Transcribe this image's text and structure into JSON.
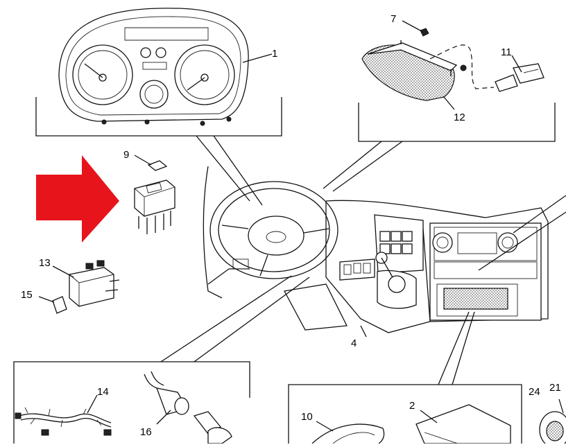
{
  "diagram": {
    "arrow_color": "#e8141c",
    "callouts": [
      "1",
      "2",
      "4",
      "7",
      "9",
      "10",
      "11",
      "12",
      "13",
      "14",
      "15",
      "16",
      "21",
      "24"
    ]
  }
}
